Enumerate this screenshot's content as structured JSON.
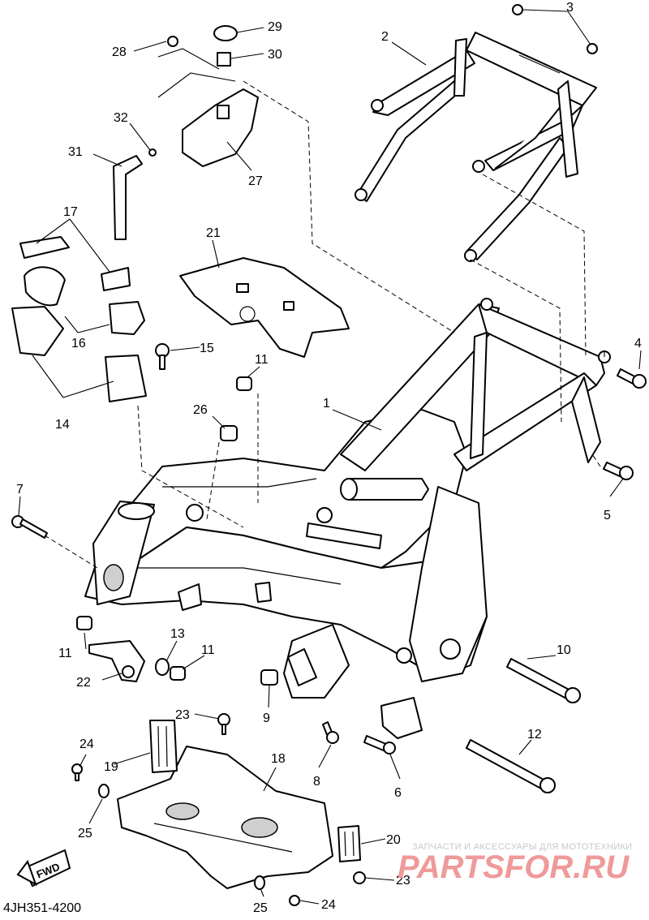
{
  "diagram": {
    "part_numbers": [
      "1",
      "2",
      "3",
      "4",
      "5",
      "6",
      "7",
      "8",
      "9",
      "10",
      "11",
      "11",
      "11",
      "12",
      "13",
      "14",
      "15",
      "16",
      "17",
      "18",
      "19",
      "20",
      "21",
      "22",
      "23",
      "23",
      "24",
      "24",
      "25",
      "25",
      "26",
      "27",
      "28",
      "29",
      "30",
      "31",
      "32"
    ],
    "diagram_code": "4JH351-4200",
    "fwd_label": "FWD"
  },
  "watermark": {
    "caption": "ЗАПЧАСТИ И АКСЕССУАРЫ ДЛЯ МОТОТЕХНИКИ",
    "brand": "PARTSFOR.RU",
    "color": "#ef9a9a"
  }
}
